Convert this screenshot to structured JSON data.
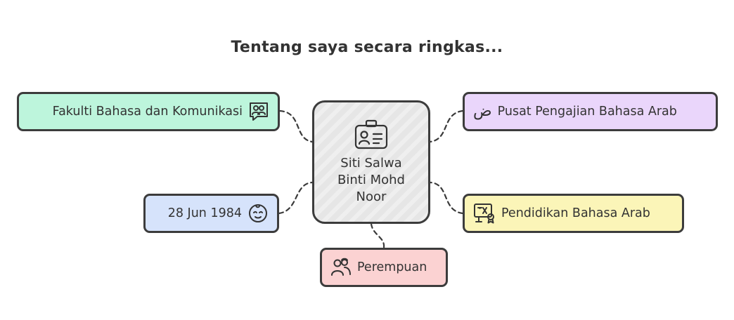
{
  "title": "Tentang saya secara ringkas...",
  "center": {
    "label": "Siti Salwa Binti Mohd Noor",
    "icon": "id-card-icon",
    "color": "#e6e6e6"
  },
  "nodes": [
    {
      "id": "fakulti",
      "label": "Fakulti Bahasa dan Komunikasi",
      "icon": "group-chat-icon",
      "color": "#bdf5dc"
    },
    {
      "id": "pusat",
      "label": "Pusat Pengajian Bahasa Arab",
      "icon": "arabic-letter-icon",
      "icon_glyph": "ض",
      "color": "#ead6fb"
    },
    {
      "id": "dob",
      "label": "28 Jun 1984",
      "icon": "baby-face-icon",
      "color": "#d6e3fb"
    },
    {
      "id": "pendidikan",
      "label": "Pendidikan Bahasa Arab",
      "icon": "teacher-certificate-icon",
      "color": "#fbf5b8"
    },
    {
      "id": "jantina",
      "label": "Perempuan",
      "icon": "people-icon",
      "color": "#fbd2d2"
    }
  ],
  "connector_style": "dashed",
  "border_color": "#3c3c3c"
}
